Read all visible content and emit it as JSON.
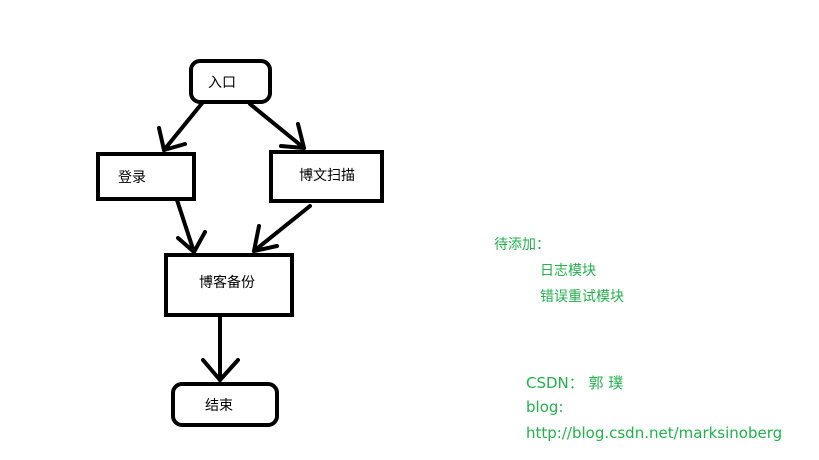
{
  "colors": {
    "stroke": "#000000",
    "note_text": "#22b14c",
    "credit_text": "#22b14c"
  },
  "flowchart": {
    "nodes": {
      "entry": "入口",
      "login": "登录",
      "blog_scan": "博文扫描",
      "blog_backup": "博客备份",
      "end": "结束"
    },
    "edges": [
      {
        "from": "entry",
        "to": "login"
      },
      {
        "from": "entry",
        "to": "blog_scan"
      },
      {
        "from": "login",
        "to": "blog_backup"
      },
      {
        "from": "blog_scan",
        "to": "blog_backup"
      },
      {
        "from": "blog_backup",
        "to": "end"
      }
    ]
  },
  "notes": {
    "heading": "待添加：",
    "items": [
      "日志模块",
      "错误重试模块"
    ]
  },
  "credits": {
    "csdn": "CSDN： 郭 璞",
    "blog_label": "blog:",
    "blog_url": "http://blog.csdn.net/marksinoberg"
  }
}
